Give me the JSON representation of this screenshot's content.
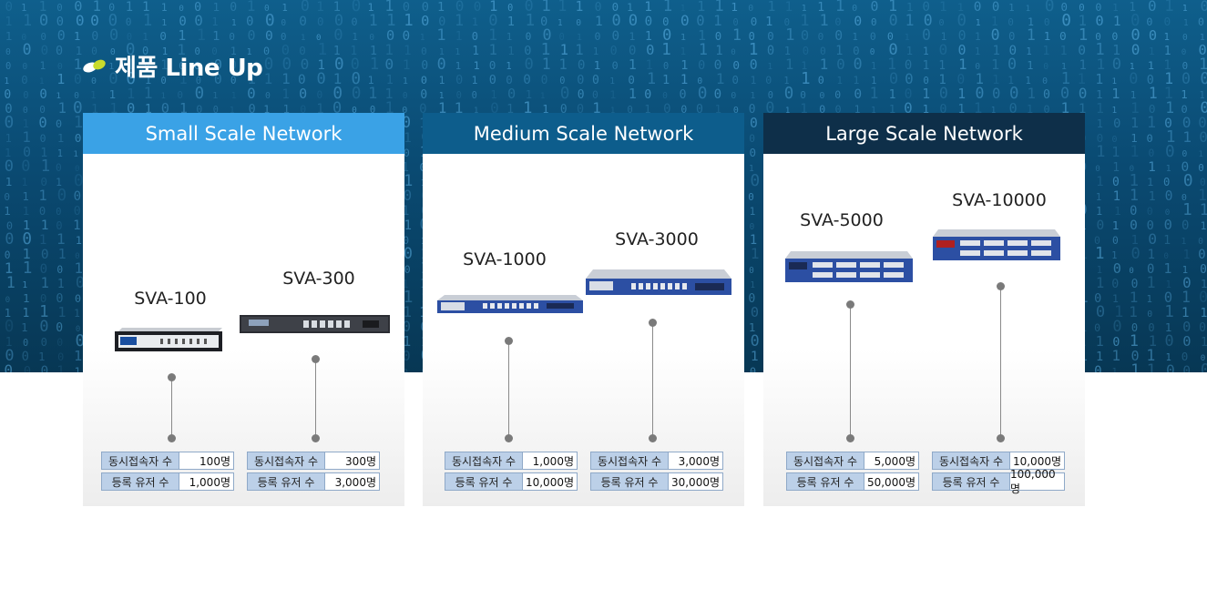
{
  "page": {
    "title": "제품 Line Up"
  },
  "spec_labels": {
    "concurrent": "동시접속자 수",
    "registered": "등록 유저 수"
  },
  "colors": {
    "small": "#3aa2e6",
    "medium": "#0d5d8c",
    "large": "#0e2f49",
    "hero": "#0a4a72"
  },
  "panels": [
    {
      "title": "Small Scale Network",
      "models": [
        {
          "name": "SVA-100",
          "concurrent": "100명",
          "registered": "1,000명"
        },
        {
          "name": "SVA-300",
          "concurrent": "300명",
          "registered": "3,000명"
        }
      ]
    },
    {
      "title": "Medium Scale Network",
      "models": [
        {
          "name": "SVA-1000",
          "concurrent": "1,000명",
          "registered": "10,000명"
        },
        {
          "name": "SVA-3000",
          "concurrent": "3,000명",
          "registered": "30,000명"
        }
      ]
    },
    {
      "title": "Large Scale Network",
      "models": [
        {
          "name": "SVA-5000",
          "concurrent": "5,000명",
          "registered": "50,000명"
        },
        {
          "name": "SVA-10000",
          "concurrent": "10,000명",
          "registered": "100,000명"
        }
      ]
    }
  ]
}
